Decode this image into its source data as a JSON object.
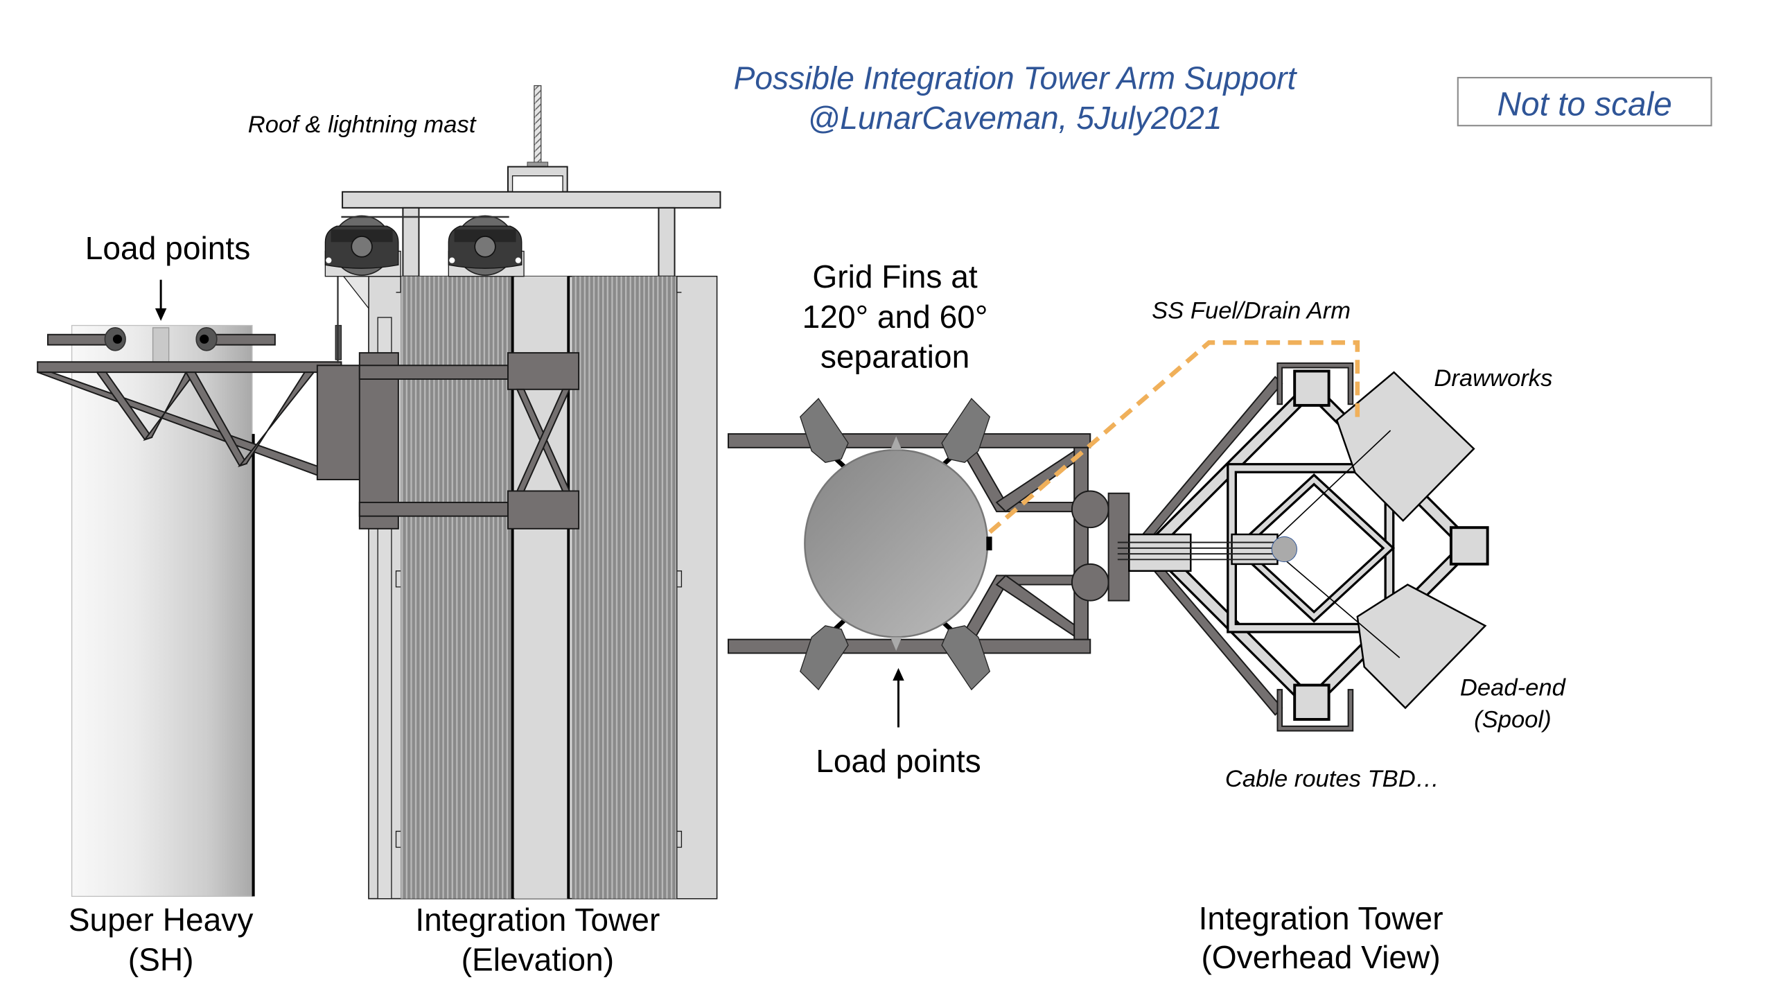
{
  "title": {
    "line1": "Possible Integration Tower Arm Support",
    "line2": "@LunarCaveman, 5July2021"
  },
  "scale_note": "Not to scale",
  "labels": {
    "roof_mast": "Roof & lightning mast",
    "load_points_top": "Load points",
    "grid_fins_line1": "Grid Fins at",
    "grid_fins_line2": "120° and 60°",
    "grid_fins_line3": "separation",
    "load_points_bottom": "Load points",
    "fuel_drain_arm": "SS Fuel/Drain Arm",
    "drawworks": "Drawworks",
    "dead_end_line1": "Dead-end",
    "dead_end_line2": "(Spool)",
    "cable_routes": "Cable routes TBD…",
    "super_heavy_line1": "Super Heavy",
    "super_heavy_line2": "(SH)",
    "tower_elev_line1": "Integration Tower",
    "tower_elev_line2": "(Elevation)",
    "tower_over_line1": "Integration Tower",
    "tower_over_line2": "(Overhead View)"
  },
  "colors": {
    "title_blue": "#2f5597",
    "structure_dark": "#747070",
    "structure_light": "#d9d9d9",
    "fuel_arm_dashed": "#f0b05a"
  }
}
